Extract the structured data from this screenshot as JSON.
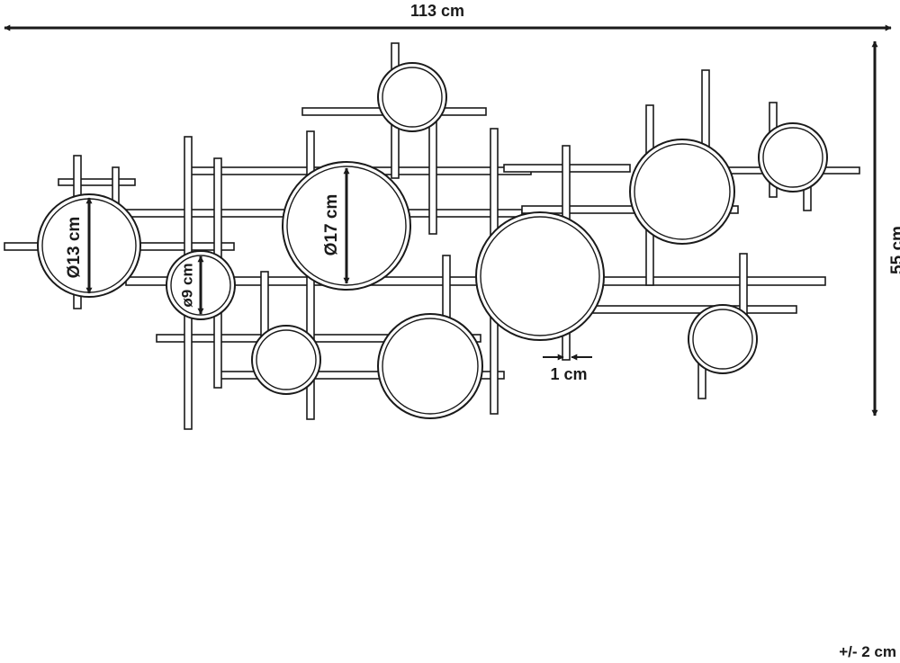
{
  "dimensions": {
    "width": "113 cm",
    "height": "55 cm",
    "gap": "1 cm"
  },
  "diameters": {
    "large": "Ø17 cm",
    "medium": "Ø13 cm",
    "small": "ø9 cm"
  },
  "tolerance": "+/- 2 cm",
  "colors": {
    "line": "#1a1a1a",
    "background": "#ffffff"
  }
}
